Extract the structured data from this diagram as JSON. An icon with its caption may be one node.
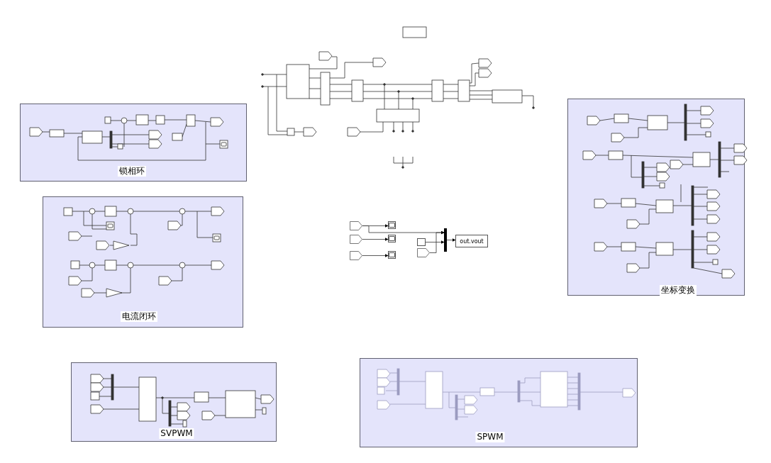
{
  "diagram": {
    "nodes": [
      {
        "text": [
          "锁相环"
        ]
      },
      {
        "text": [
          "坐标变换"
        ]
      },
      {
        "text": [
          "电流闭环"
        ]
      },
      {
        "text": [],
        "shape": "pentagon"
      },
      {
        "text": [],
        "shape": "box"
      },
      {
        "text": [],
        "shape": "pentagon"
      },
      {
        "text": [],
        "shape": "box"
      },
      {
        "text": [],
        "shape": "bar"
      },
      {
        "text": [],
        "shape": "box"
      },
      {
        "text": [
          "out.vout"
        ]
      },
      {
        "text": [],
        "shape": "pentagon"
      },
      {
        "text": [],
        "shape": "pentagon"
      },
      {
        "text": [],
        "shape": "box"
      },
      {
        "text": [
          "SVPWM"
        ]
      },
      {
        "text": [
          "SPWM"
        ]
      }
    ],
    "edges": [
      {
        "from": 3,
        "to": 4,
        "arrow": "to"
      },
      {
        "from": 3,
        "to": 7,
        "arrow": "to"
      },
      {
        "from": 5,
        "to": 6,
        "arrow": "to"
      },
      {
        "from": 11,
        "to": 12,
        "arrow": "to"
      },
      {
        "from": 8,
        "to": 7,
        "arrow": "to"
      },
      {
        "from": 10,
        "to": 7,
        "arrow": "to"
      },
      {
        "from": 7,
        "to": 9,
        "arrow": "to"
      }
    ]
  }
}
